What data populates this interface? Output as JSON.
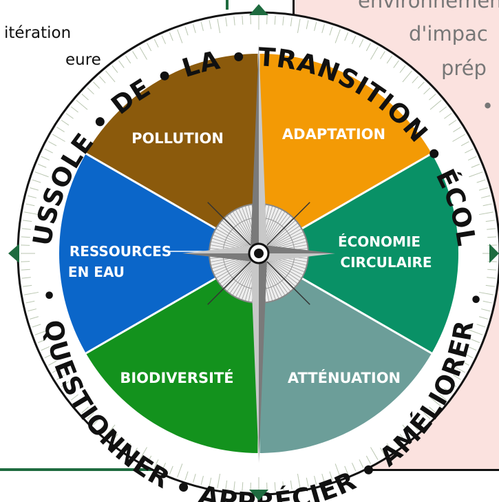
{
  "background_text": {
    "left_line1": "itération",
    "left_line2": "eure",
    "pink_line1": "environnemen",
    "pink_line2": "d'impac",
    "pink_line3": "prép",
    "pink_bullet": "•"
  },
  "ring_text": {
    "top_arc": "LA • BOUSSOLE • DE • LA • TRANSITION • ÉCOLOGIQUE",
    "bottom_arc": "QUESTIONNER • APPRÉCIER • AMÉLIORER",
    "left_dot": "•",
    "right_dot": "•"
  },
  "sectors": [
    {
      "key": "pollution",
      "label_lines": [
        "POLLUTION"
      ],
      "color": "#8b5a0c"
    },
    {
      "key": "adaptation",
      "label_lines": [
        "ADAPTATION"
      ],
      "color": "#f39a05"
    },
    {
      "key": "economie",
      "label_lines": [
        "ÉCONOMIE",
        "CIRCULAIRE"
      ],
      "color": "#099166"
    },
    {
      "key": "attenuation",
      "label_lines": [
        "ATTÉNUATION"
      ],
      "color": "#6c9e99"
    },
    {
      "key": "biodiversite",
      "label_lines": [
        "BIODIVERSITÉ"
      ],
      "color": "#13921d"
    },
    {
      "key": "ressources",
      "label_lines": [
        "RESSOURCES",
        "EN EAU"
      ],
      "color": "#0b66c9"
    }
  ],
  "colors": {
    "ring": "#ffffff",
    "ring_border": "#111111",
    "marker": "#1e6b3f",
    "needle_light": "#c8c8c8",
    "needle_dark": "#7a7a7a"
  }
}
